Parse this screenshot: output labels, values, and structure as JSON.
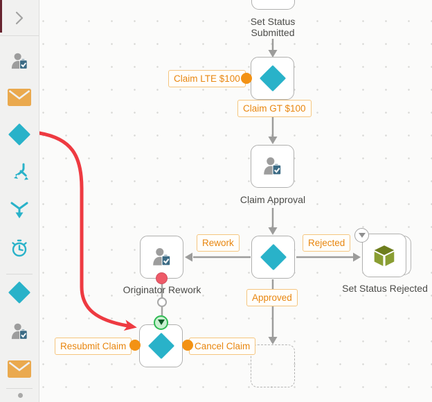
{
  "app": {
    "type": "workflow-designer-canvas"
  },
  "colors": {
    "teal": "#29b2c9",
    "handle_orange": "#f39214",
    "label_text": "#e8860f",
    "label_border": "#f5c57e",
    "node_border": "#b0b0af",
    "connector_gray": "#9c9c9b",
    "drag_arrow_red": "#ee3a41",
    "cube_olive": "#8a9e33",
    "cube_olive_dark": "#6e7e1e",
    "clipboard_blue": "#3c6b85",
    "person_gray": "#9d9d9d",
    "error_dot_red": "#ee5a68",
    "start_ring_green": "#2eba52",
    "sidebar_bg": "#f1f1f0",
    "accent_strip": "#67242f"
  },
  "sidebar": {
    "tools": [
      "user-task",
      "email",
      "decision",
      "split",
      "merge",
      "timer",
      "decision",
      "user-task",
      "email"
    ]
  },
  "labels": {
    "set_status_submitted": "Set Status Submitted",
    "claim_lte": "Claim LTE $100",
    "claim_gt": "Claim GT $100",
    "claim_approval": "Claim Approval",
    "rework": "Rework",
    "rejected": "Rejected",
    "approved": "Approved",
    "originator_rework": "Originator Rework",
    "set_status_rejected": "Set Status Rejected",
    "resubmit_claim": "Resubmit Claim",
    "cancel_claim": "Cancel Claim"
  }
}
